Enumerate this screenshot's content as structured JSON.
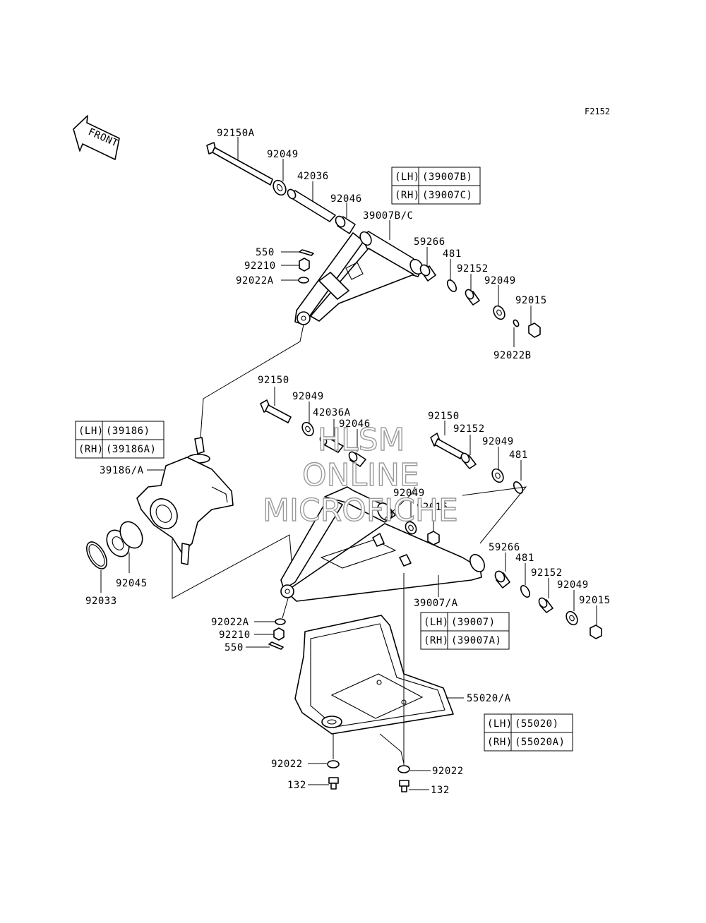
{
  "figure_id": "F2152",
  "front_label": "FRONT",
  "watermark": [
    "HLSM",
    "ONLINE",
    "MICROFICHE"
  ],
  "callouts": {
    "c92150A": "92150A",
    "c92049_top": "92049",
    "c42036": "42036",
    "c92046_top": "92046",
    "c39007BC": "39007B/C",
    "c550_top": "550",
    "c92210_top": "92210",
    "c92022A_top": "92022A",
    "c59266_top": "59266",
    "c481_top": "481",
    "c92152_top": "92152",
    "c92049_top2": "92049",
    "c92015_top": "92015",
    "c92022B": "92022B",
    "c92150_mid": "92150",
    "c92049_mid": "92049",
    "c42036A": "42036A",
    "c92046_mid": "92046",
    "c92150_right": "92150",
    "c92152_right": "92152",
    "c92049_right": "92049",
    "c481_right": "481",
    "c92049_low": "92049",
    "c92015_low": "92015",
    "c39186A": "39186/A",
    "c92045": "92045",
    "c92033": "92033",
    "c59266_low": "59266",
    "c481_low": "481",
    "c92152_low": "92152",
    "c92049_low2": "92049",
    "c92015_low2": "92015",
    "c39007A": "39007/A",
    "c92022A_low": "92022A",
    "c92210_low": "92210",
    "c550_low": "550",
    "c55020A": "55020/A",
    "c92022_left": "92022",
    "c132_left": "132",
    "c92022_right": "92022",
    "c132_right": "132"
  },
  "variant_tables": {
    "upper_arm": [
      {
        "side": "(LH)",
        "part": "(39007B)"
      },
      {
        "side": "(RH)",
        "part": "(39007C)"
      }
    ],
    "knuckle": [
      {
        "side": "(LH)",
        "part": "(39186)"
      },
      {
        "side": "(RH)",
        "part": "(39186A)"
      }
    ],
    "lower_arm": [
      {
        "side": "(LH)",
        "part": "(39007)"
      },
      {
        "side": "(RH)",
        "part": "(39007A)"
      }
    ],
    "guard": [
      {
        "side": "(LH)",
        "part": "(55020)"
      },
      {
        "side": "(RH)",
        "part": "(55020A)"
      }
    ]
  }
}
